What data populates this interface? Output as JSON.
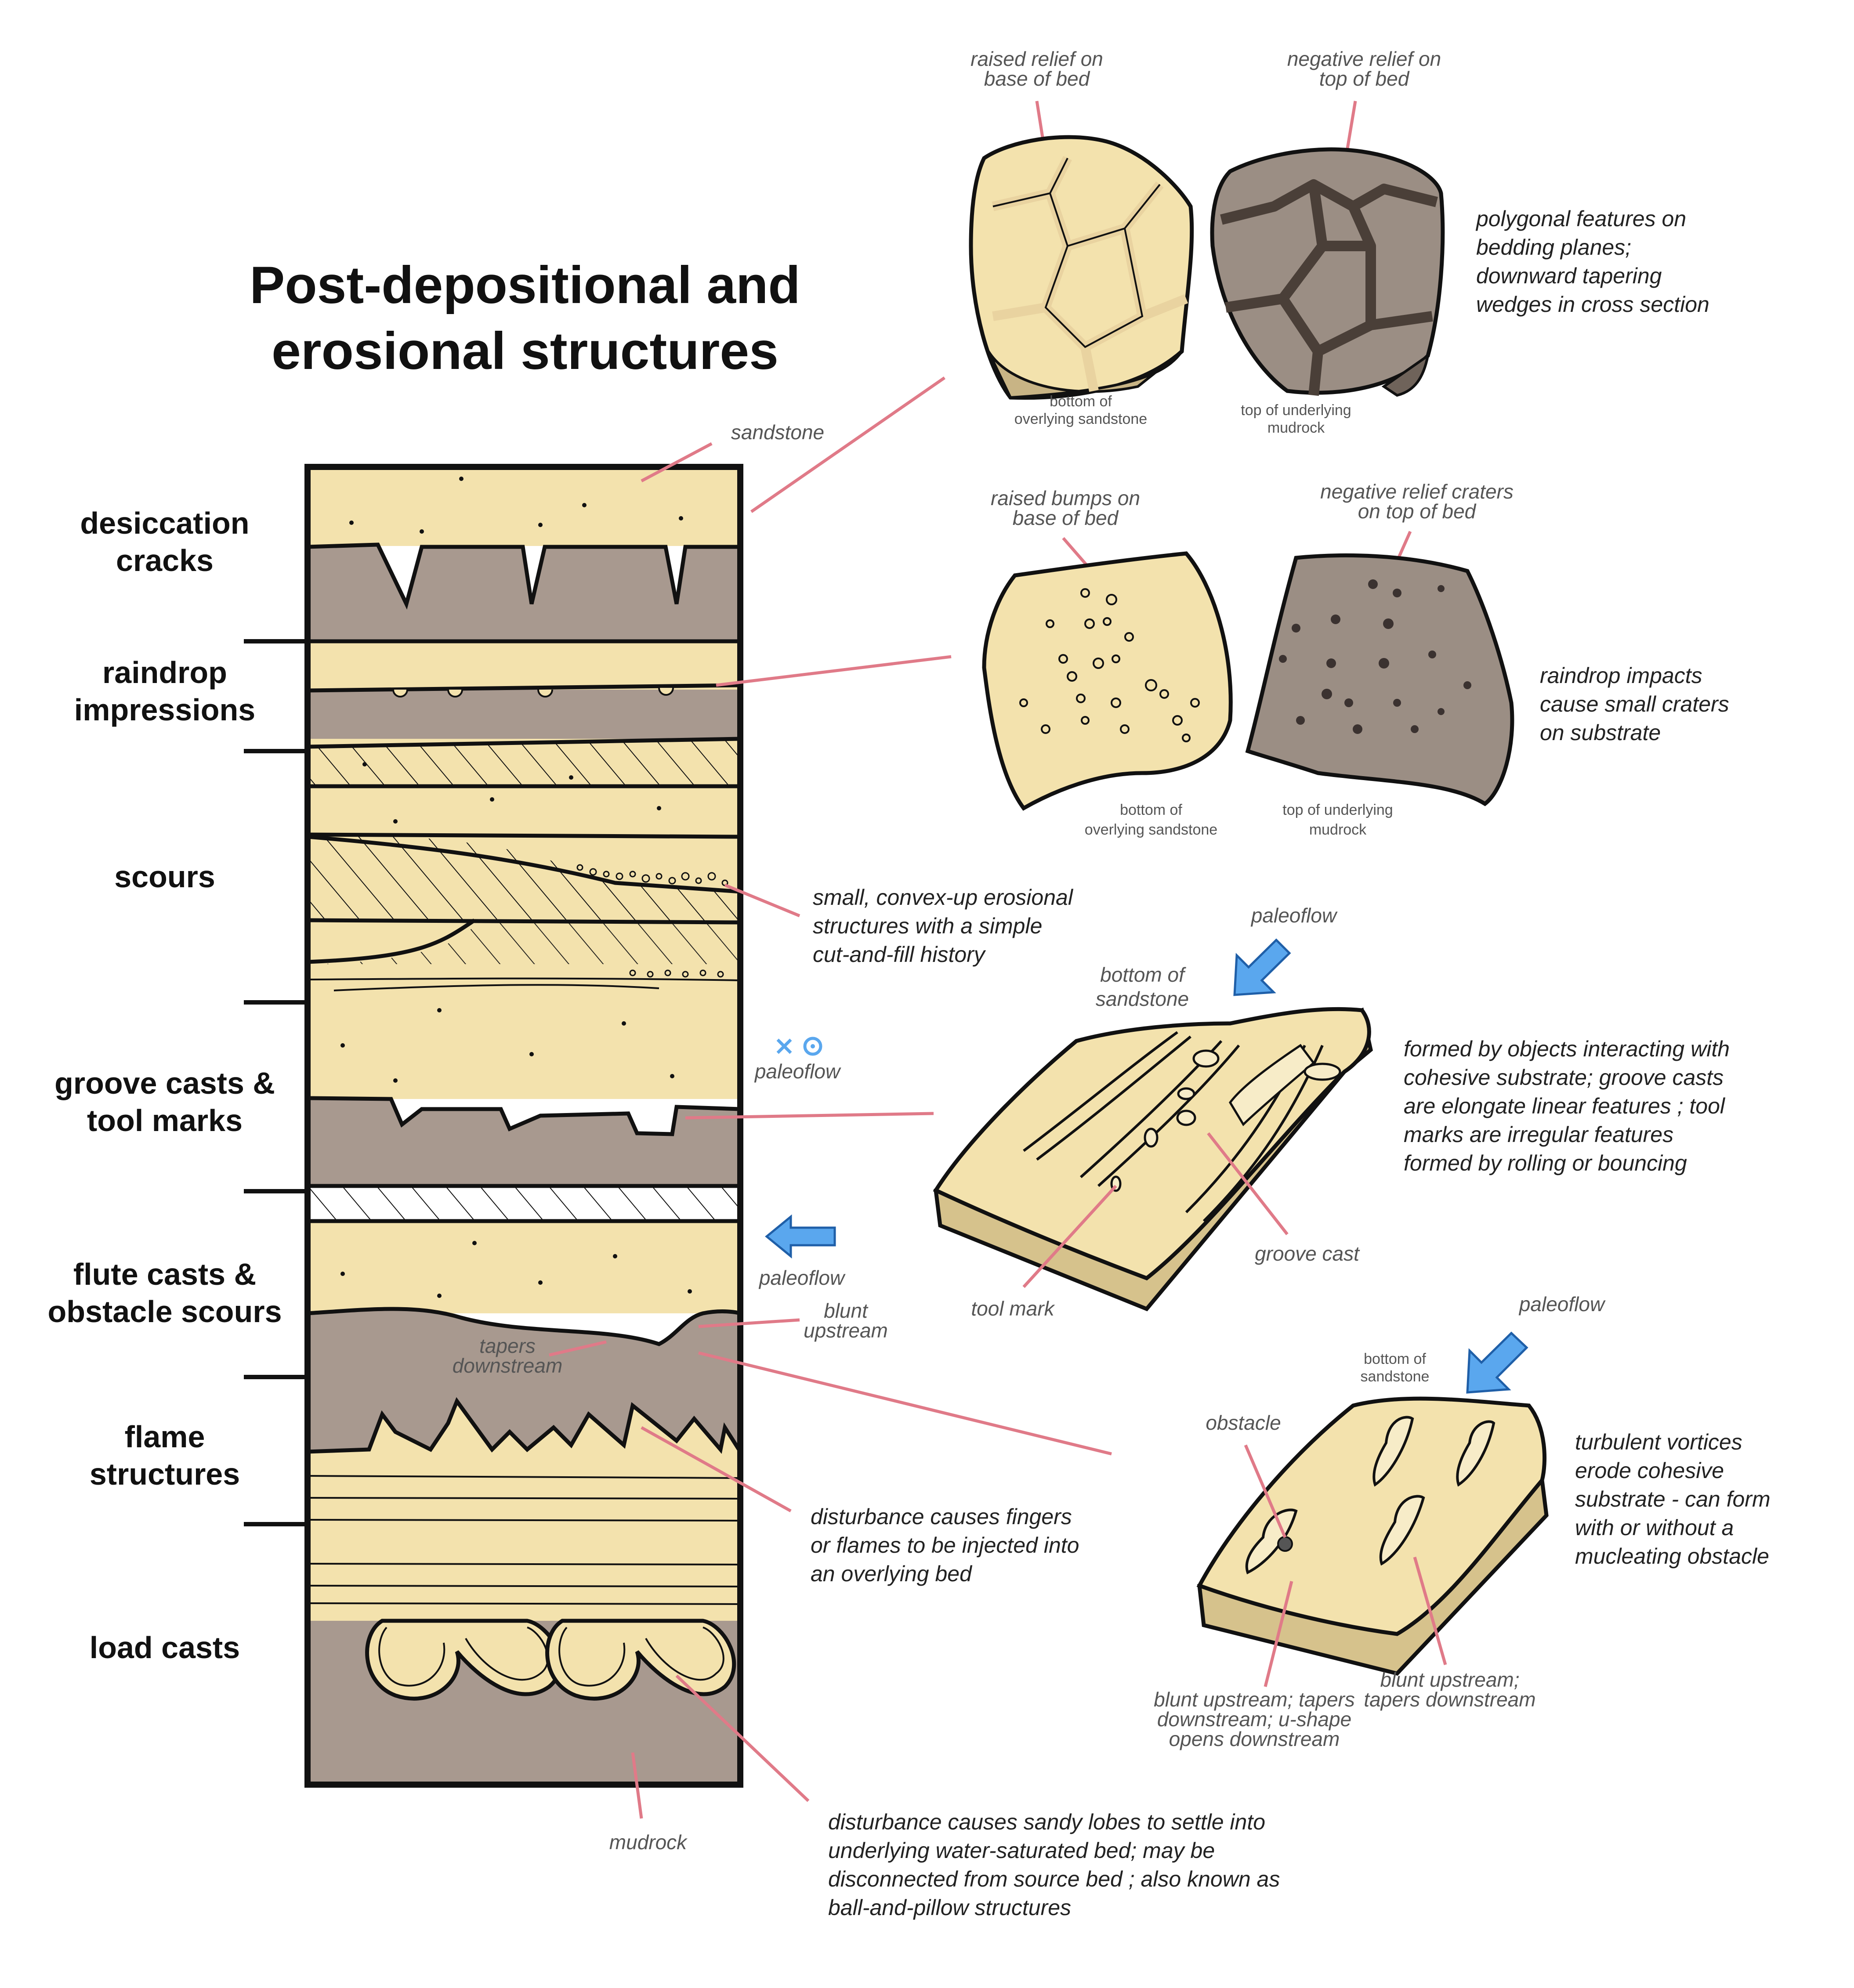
{
  "title": {
    "line1": "Post-depositional and",
    "line2": "erosional structures"
  },
  "units": [
    {
      "line1": "desiccation",
      "line2": "cracks"
    },
    {
      "line1": "raindrop",
      "line2": "impressions"
    },
    {
      "line1": "scours",
      "line2": ""
    },
    {
      "line1": "groove casts &",
      "line2": "tool marks"
    },
    {
      "line1": "flute casts &",
      "line2": "obstacle scours"
    },
    {
      "line1": "flame",
      "line2": "structures"
    },
    {
      "line1": "load casts",
      "line2": ""
    }
  ],
  "column_labels": {
    "sandstone": "sandstone",
    "mudrock": "mudrock",
    "paleoflow_cross": "paleoflow",
    "paleoflow_arrow": "paleoflow",
    "tapers_1": "tapers",
    "tapers_2": "downstream",
    "blunt_1": "blunt",
    "blunt_2": "upstream"
  },
  "desiccation": {
    "raised_1": "raised relief on",
    "raised_2": "base of bed",
    "negative_1": "negative relief on",
    "negative_2": "top of bed",
    "bottom_1": "bottom of",
    "bottom_2": "overlying sandstone",
    "top_1": "top of underlying",
    "top_2": "mudrock",
    "desc": [
      "polygonal features on",
      "bedding planes;",
      "downward tapering",
      "wedges in cross section"
    ]
  },
  "raindrop": {
    "raised_1": "raised bumps on",
    "raised_2": "base of bed",
    "negative_1": "negative relief craters",
    "negative_2": "on top of bed",
    "bottom_1": "bottom of",
    "bottom_2": "overlying sandstone",
    "top_1": "top of underlying",
    "top_2": "mudrock",
    "desc": [
      "raindrop impacts",
      "cause small craters",
      "on substrate"
    ]
  },
  "scours": {
    "desc": [
      "small, convex-up erosional",
      "structures with a simple",
      "cut-and-fill history"
    ]
  },
  "groove": {
    "paleoflow": "paleoflow",
    "bottom_1": "bottom of",
    "bottom_2": "sandstone",
    "groove_cast": "groove cast",
    "tool_mark": "tool mark",
    "desc": [
      "formed by objects interacting with",
      "cohesive substrate; groove casts",
      "are elongate linear features ; tool",
      "marks are irregular features",
      "formed by rolling or bouncing"
    ]
  },
  "flute": {
    "paleoflow": "paleoflow",
    "bottom_1": "bottom of",
    "bottom_2": "sandstone",
    "obstacle": "obstacle",
    "blunt_a": [
      "blunt upstream; tapers",
      "downstream; u-shape",
      "opens downstream"
    ],
    "blunt_b": [
      "blunt upstream;",
      "tapers downstream"
    ],
    "desc": [
      "turbulent vortices",
      "erode cohesive",
      "substrate - can form",
      "with or without a",
      "mucleating obstacle"
    ]
  },
  "flame": {
    "desc": [
      "disturbance causes fingers",
      "or flames to be injected into",
      "an overlying bed"
    ]
  },
  "load": {
    "desc": [
      "disturbance causes sandy lobes to settle into",
      "underlying water-saturated bed; may be",
      "disconnected from source bed ; also known as",
      "ball-and-pillow structures"
    ]
  },
  "colors": {
    "sand": "#f3e2ad",
    "mud": "#a8998f",
    "leader": "#e07a88",
    "arrow": "#5aa7ee"
  }
}
